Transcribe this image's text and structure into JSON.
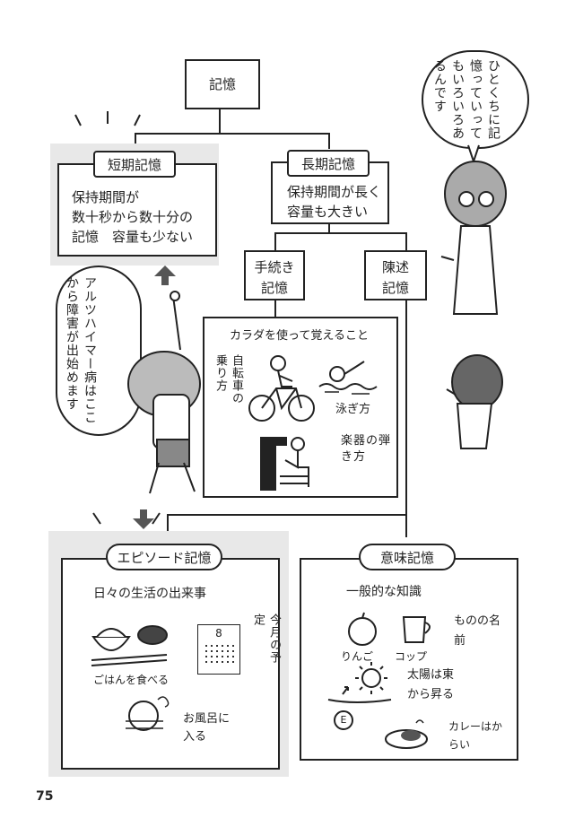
{
  "root": {
    "label": "記憶"
  },
  "short_term": {
    "title": "短期記憶",
    "desc_lines": [
      "保持期間が",
      "数十秒から数十分の",
      "記憶　容量も少ない"
    ]
  },
  "long_term": {
    "title": "長期記憶",
    "desc_lines": [
      "保持期間が長く",
      "容量も大きい"
    ]
  },
  "procedural": {
    "title_lines": [
      "手続き",
      "記憶"
    ]
  },
  "declarative": {
    "title_lines": [
      "陳述",
      "記憶"
    ]
  },
  "body_memory": {
    "heading": "カラダを使って覚えること",
    "bicycle": "自転車の乗り方",
    "swim": "泳ぎ方",
    "instrument": "楽器の弾き方"
  },
  "alzheimer_bubble": "アルツハイマー病はここから障害が出始めます",
  "various_bubble": "ひとくちに記憶っていってもいろいろあるんです",
  "episodic": {
    "title": "エピソード記憶",
    "heading": "日々の生活の出来事",
    "meal": "ごはんを食べる",
    "calendar_number": "8",
    "schedule": "今月の予定",
    "bath": "お風呂に入る"
  },
  "semantic": {
    "title": "意味記憶",
    "heading": "一般的な知識",
    "apple": "りんご",
    "cup": "コップ",
    "names": "ものの名前",
    "sun": "太陽は東から昇る",
    "east_label": "E",
    "curry": "カレーはからい"
  },
  "page_number": "75"
}
